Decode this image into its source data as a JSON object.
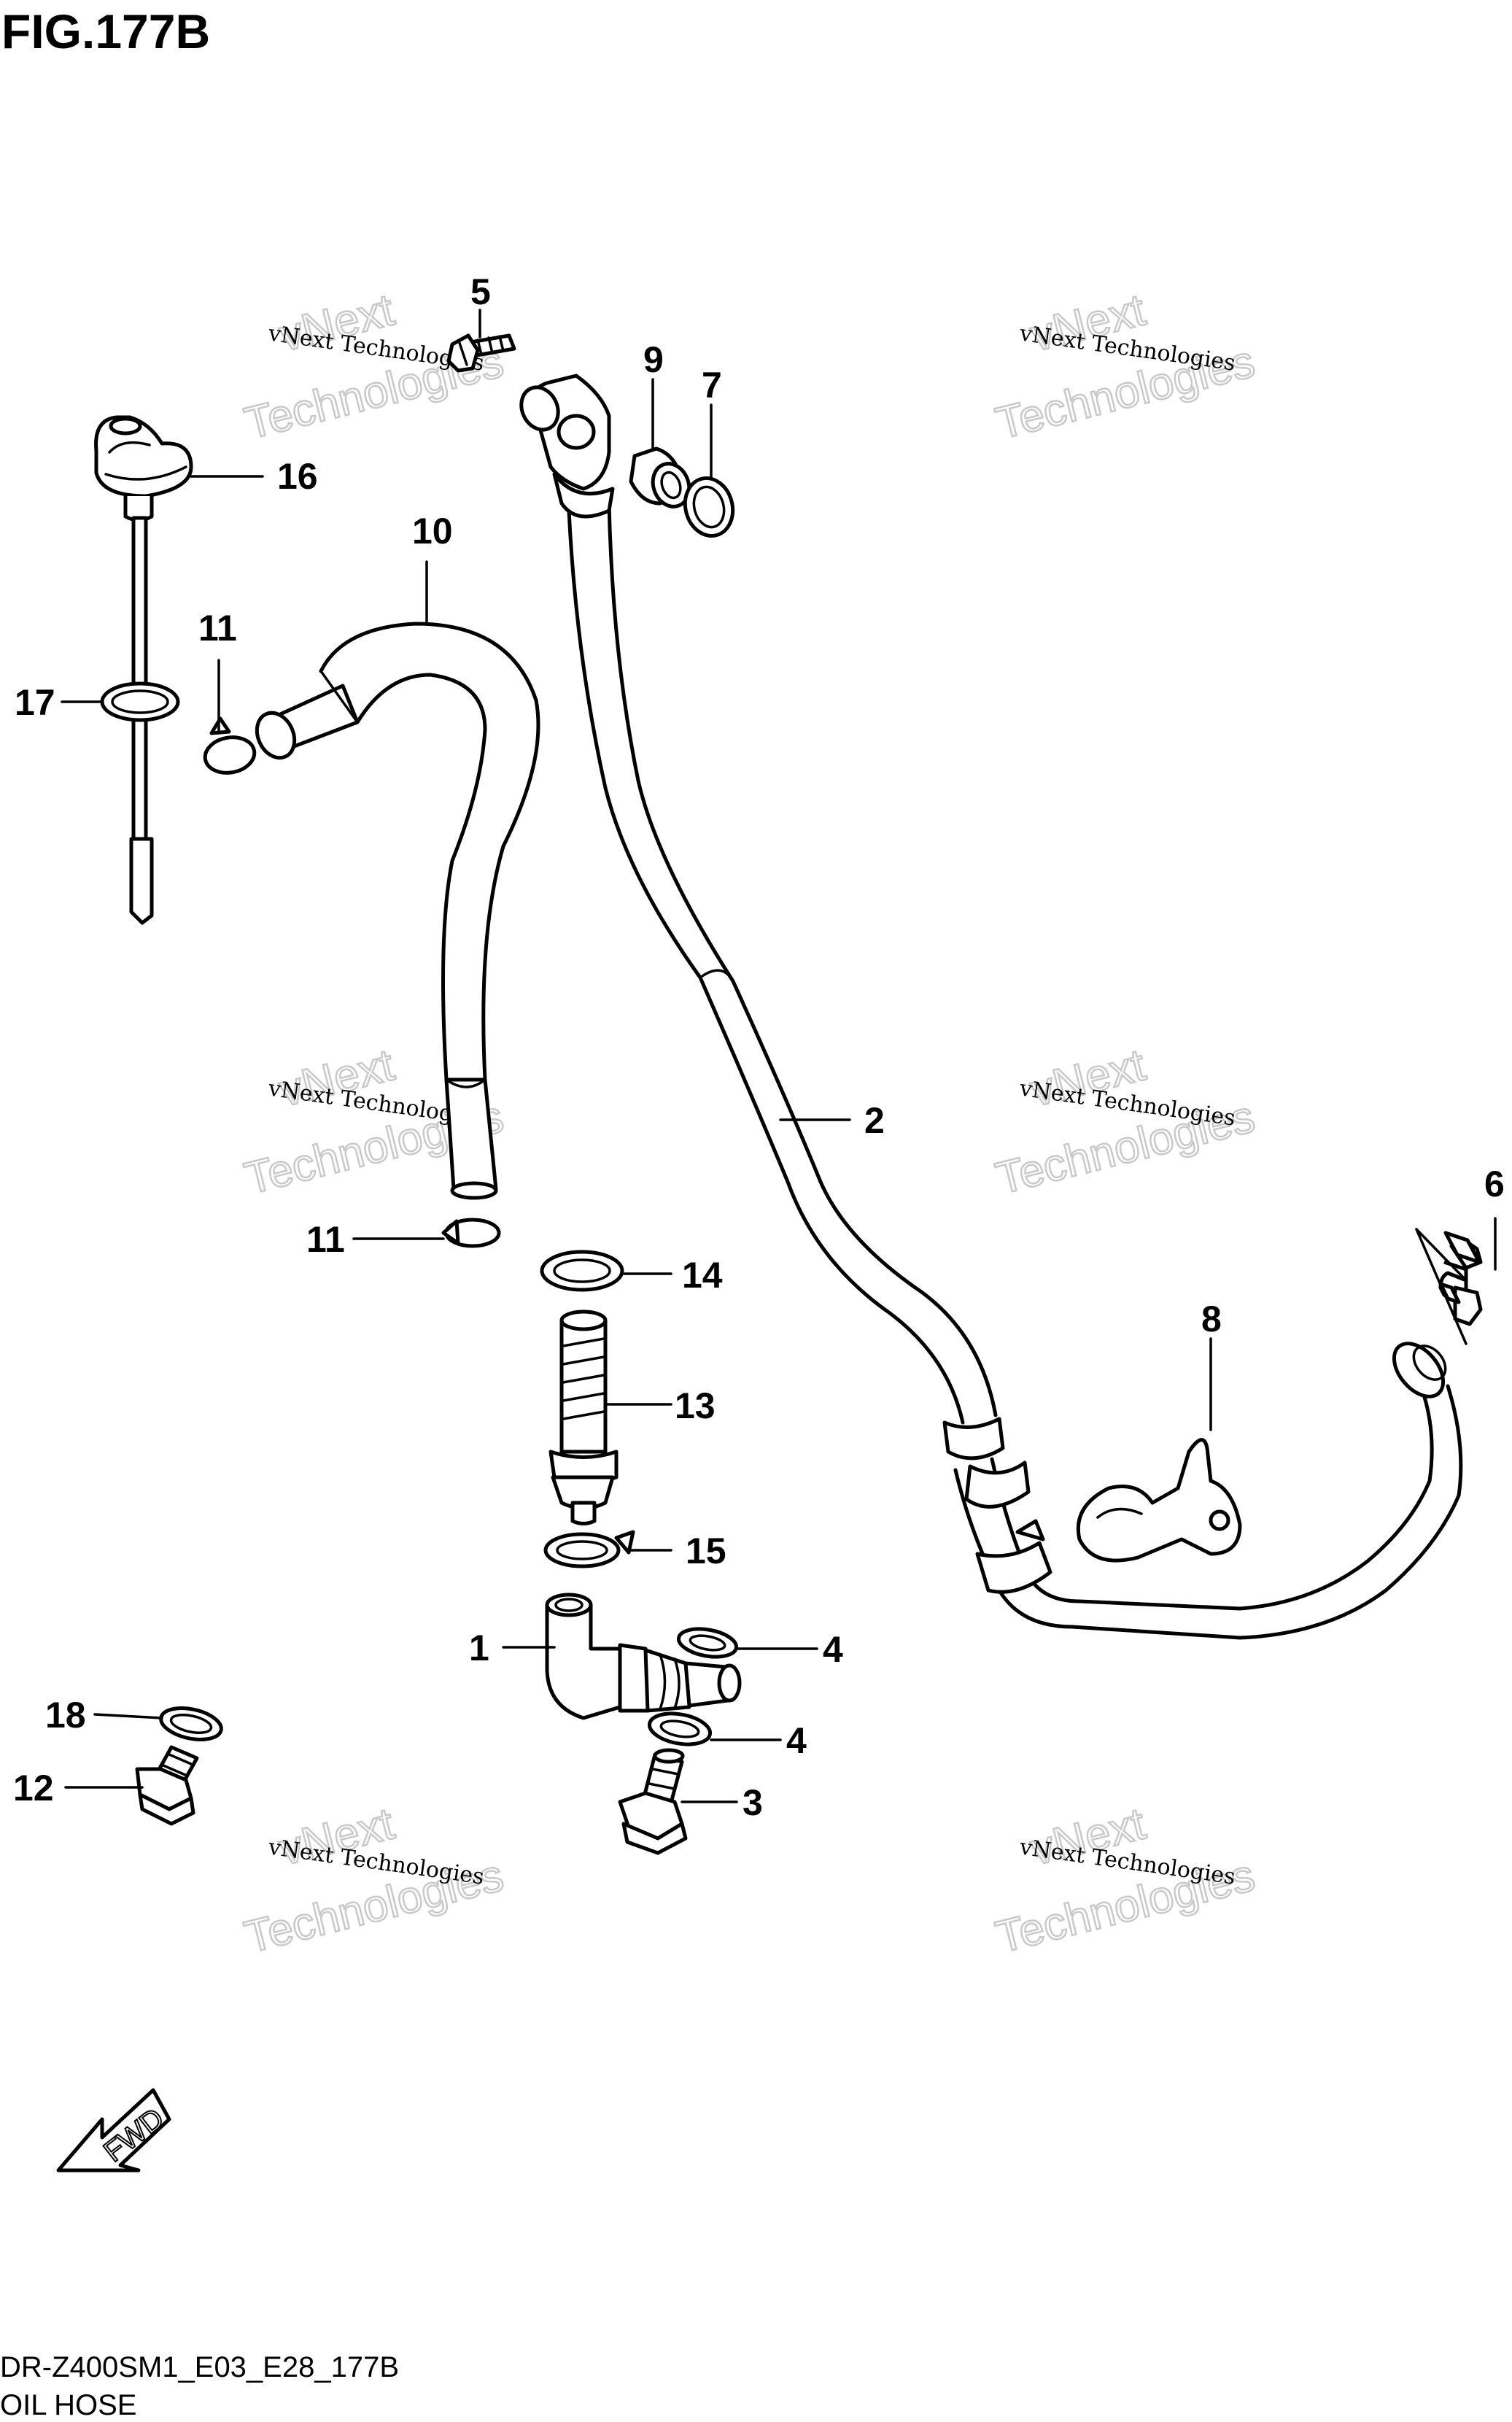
{
  "figure": {
    "title": "FIG.177B",
    "code": "DR-Z400SM1_E03_E28_177B",
    "name": "OIL HOSE"
  },
  "watermark": {
    "line1": "vNext Technologies",
    "line2a": "vNext",
    "line2b": "Technologies"
  },
  "fwd_label": "FWD",
  "callouts": [
    {
      "id": "c1",
      "label": "1"
    },
    {
      "id": "c2",
      "label": "2"
    },
    {
      "id": "c3",
      "label": "3"
    },
    {
      "id": "c4a",
      "label": "4"
    },
    {
      "id": "c4b",
      "label": "4"
    },
    {
      "id": "c5",
      "label": "5"
    },
    {
      "id": "c6",
      "label": "6"
    },
    {
      "id": "c7",
      "label": "7"
    },
    {
      "id": "c8",
      "label": "8"
    },
    {
      "id": "c9",
      "label": "9"
    },
    {
      "id": "c10",
      "label": "10"
    },
    {
      "id": "c11a",
      "label": "11"
    },
    {
      "id": "c11b",
      "label": "11"
    },
    {
      "id": "c12",
      "label": "12"
    },
    {
      "id": "c13",
      "label": "13"
    },
    {
      "id": "c14",
      "label": "14"
    },
    {
      "id": "c15",
      "label": "15"
    },
    {
      "id": "c16",
      "label": "16"
    },
    {
      "id": "c17",
      "label": "17"
    },
    {
      "id": "c18",
      "label": "18"
    }
  ]
}
